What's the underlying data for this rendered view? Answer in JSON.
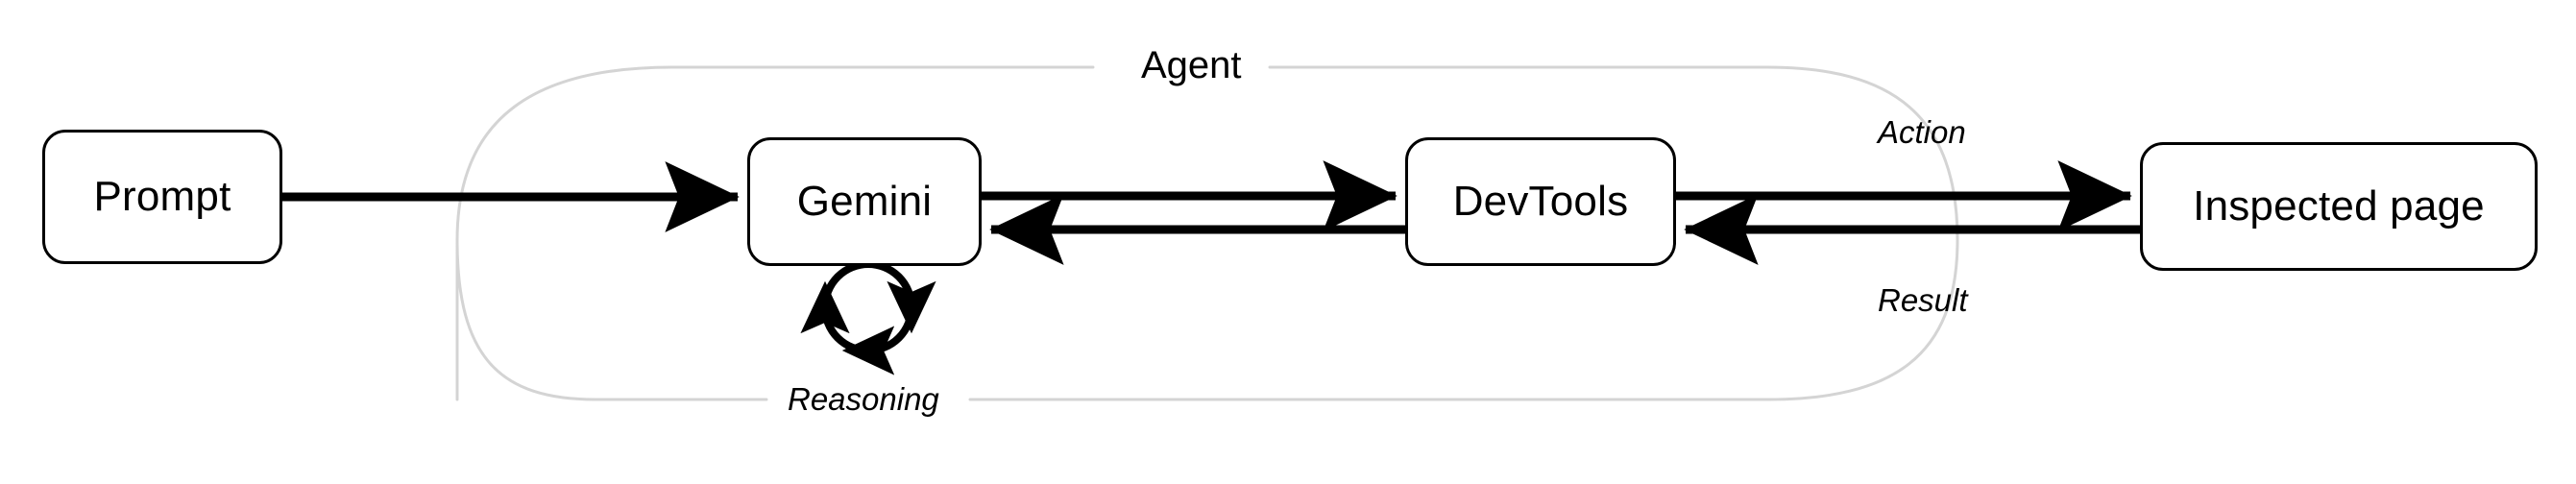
{
  "diagram": {
    "title": "Agent",
    "group_label": "Agent",
    "background_color": "#ffffff",
    "node_stroke_color": "#000000",
    "edge_color": "#000000",
    "group_boundary_color": "#d4d4d4",
    "nodes": [
      {
        "id": "prompt",
        "label": "Prompt"
      },
      {
        "id": "gemini",
        "label": "Gemini"
      },
      {
        "id": "devtools",
        "label": "DevTools"
      },
      {
        "id": "inspected",
        "label": "Inspected page"
      }
    ],
    "edges": [
      {
        "id": "prompt-to-gemini",
        "from": "prompt",
        "to": "gemini",
        "label": ""
      },
      {
        "id": "gemini-to-devtools",
        "from": "gemini",
        "to": "devtools",
        "label": ""
      },
      {
        "id": "devtools-to-gemini",
        "from": "devtools",
        "to": "gemini",
        "label": ""
      },
      {
        "id": "devtools-to-inspected",
        "from": "devtools",
        "to": "inspected",
        "label": "Action"
      },
      {
        "id": "inspected-to-devtools",
        "from": "inspected",
        "to": "devtools",
        "label": "Result"
      },
      {
        "id": "gemini-self-loop",
        "from": "gemini",
        "to": "gemini",
        "label": "Reasoning"
      }
    ],
    "edge_labels": {
      "action": "Action",
      "result": "Result",
      "reasoning": "Reasoning"
    }
  }
}
